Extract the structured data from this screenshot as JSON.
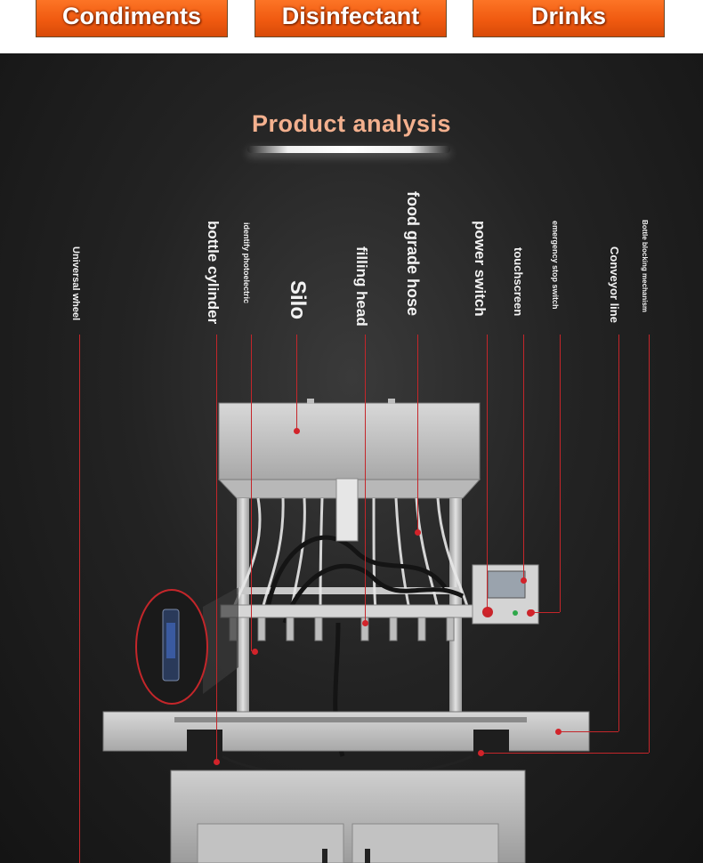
{
  "categories": [
    {
      "label": "Condiments"
    },
    {
      "label": "Disinfectant"
    },
    {
      "label": "Drinks"
    }
  ],
  "section_title": "Product analysis",
  "labels": {
    "universal_wheel": "Universal wheel",
    "bottle_cylinder": "bottle cylinder",
    "identify_photoelectric": "identify photoelectric",
    "silo": "Silo",
    "filling_head": "filling head",
    "food_grade_hose": "food grade hose",
    "power_switch": "power switch",
    "touchscreen": "touchscreen",
    "emergency_stop_switch": "emergency stop switch",
    "conveyor_line": "Conveyor line",
    "bottle_blocking_mechanism": "Bottle blocking mechanism"
  },
  "colors": {
    "accent_orange": "#f05a10",
    "title_color": "#f3b08e",
    "callout_red": "#c4262a"
  }
}
